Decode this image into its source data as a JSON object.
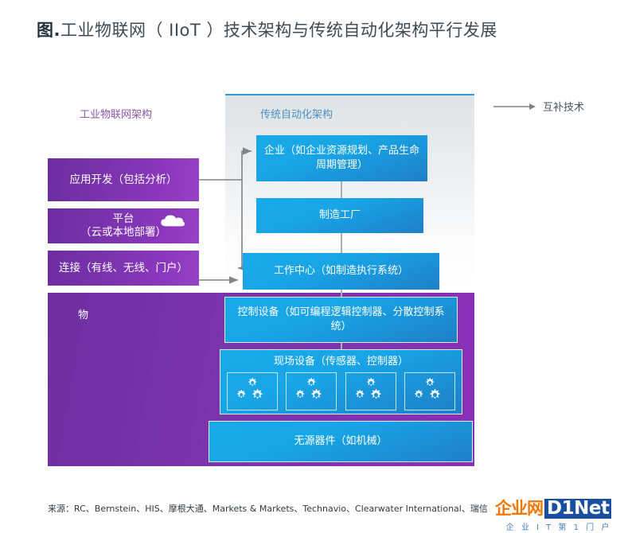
{
  "title": {
    "prefix": "图.",
    "text": "工业物联网（ IIoT ）技术架构与传统自动化架构平行发展"
  },
  "headings": {
    "iiot": "工业物联网架构",
    "automation": "传统自动化架构"
  },
  "legend": {
    "arrow_icon": "arrow-right-icon",
    "label": "互补技术"
  },
  "iiot_stack": [
    {
      "id": "app",
      "label": "应用开发（包括分析）"
    },
    {
      "id": "platform",
      "label_line1": "平台",
      "label_line2": "（云或本地部署）",
      "icon": "cloud-icon"
    },
    {
      "id": "connect",
      "label": "连接（有线、无线、门户）"
    }
  ],
  "automation_stack": [
    {
      "id": "enterprise",
      "label": "企业（如企业资源规划、产品生命周期管理）"
    },
    {
      "id": "factory",
      "label": "制造工厂"
    },
    {
      "id": "workcenter",
      "label": "工作中心（如制造执行系统）"
    }
  ],
  "things": {
    "label": "物",
    "control": "控制设备（如可编程逻辑控制器、分散控制系统）",
    "field_devices": {
      "title": "现场设备（传感器、控制器）",
      "slots": [
        "gears-icon",
        "gears-icon",
        "gears-icon",
        "gears-icon"
      ]
    },
    "passive": "无源器件（如机械）"
  },
  "source": {
    "text": "来源：RC、Bernstein、HIS、摩根大通、Markets & Markets、Technavio、Clearwater International、瑞信"
  },
  "watermark": {
    "cn": "企业网",
    "en": "D1Net",
    "sub": "企 业  I T  第  1  门  户"
  },
  "colors": {
    "purple_dark": "#6c2ea0",
    "purple_light": "#9642c4",
    "blue": "#19a9e8",
    "blue_dark": "#1f7fc8",
    "gray_panel": "#e3e6e9",
    "accent_top": "#2a9fd6",
    "connector": "#7d8489"
  }
}
